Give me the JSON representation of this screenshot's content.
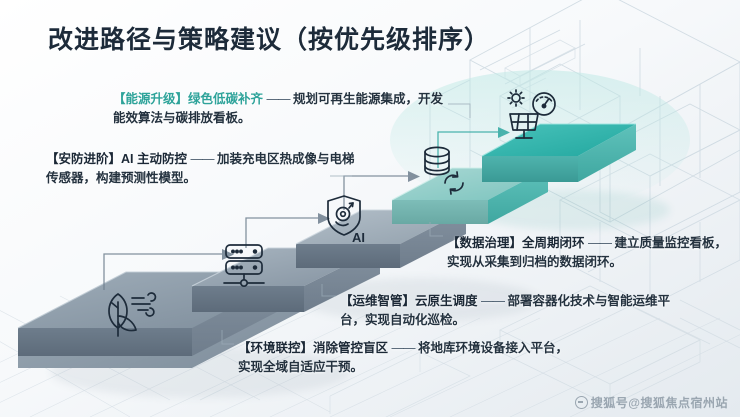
{
  "slide": {
    "title": "改进路径与策略建议（按优先级排序）",
    "watermark": "搜狐号@搜狐焦点宿州站",
    "accent_teal": "#2ea39a",
    "step_grey": "#8b9aa8",
    "step_teal": "#2fb9b0",
    "title_color": "#1d2b3a",
    "background": "#eef2f5"
  },
  "annotations": [
    {
      "id": "energy",
      "tag": "【能源升级】",
      "tag_color": "teal",
      "headline": "绿色低碳补齐",
      "dash": "——",
      "body": "规划可再生能源集成，开发能效算法与碳排放看板。"
    },
    {
      "id": "security",
      "tag": "【安防进阶】",
      "tag_color": "dark",
      "headline": "AI 主动防控",
      "dash": "——",
      "body": "加装充电区热成像与电梯传感器，构建预测性模型。"
    },
    {
      "id": "data",
      "tag": "【数据治理】",
      "tag_color": "dark",
      "headline": "全周期闭环",
      "dash": "——",
      "body": "建立质量监控看板，实现从采集到归档的数据闭环。"
    },
    {
      "id": "ops",
      "tag": "【运维智管】",
      "tag_color": "dark",
      "headline": "云原生调度",
      "dash": "——",
      "body": "部署容器化技术与智能运维平台，实现自动化巡检。"
    },
    {
      "id": "env",
      "tag": "【环境联控】",
      "tag_color": "dark",
      "headline": "消除管控盲区",
      "dash": "——",
      "body": "将地库环境设备接入平台，实现全域自适应干预。"
    }
  ],
  "steps": [
    {
      "index": 1,
      "icon": "leaf-wind-icon",
      "color": "#8b9aa8",
      "label": "环境联控"
    },
    {
      "index": 2,
      "icon": "server-rack-icon",
      "color": "#8b9aa8",
      "label": "运维智管"
    },
    {
      "index": 3,
      "icon": "ai-shield-icon",
      "color": "#8b9aa8",
      "label": "安防进阶"
    },
    {
      "index": 4,
      "icon": "database-sync-icon",
      "color": "#6fc9c2",
      "label": "数据治理"
    },
    {
      "index": 5,
      "icon": "solar-gauge-icon",
      "color": "#2fb9b0",
      "label": "能源升级"
    }
  ],
  "icon_labels": {
    "ai_shield_text": "AI"
  }
}
